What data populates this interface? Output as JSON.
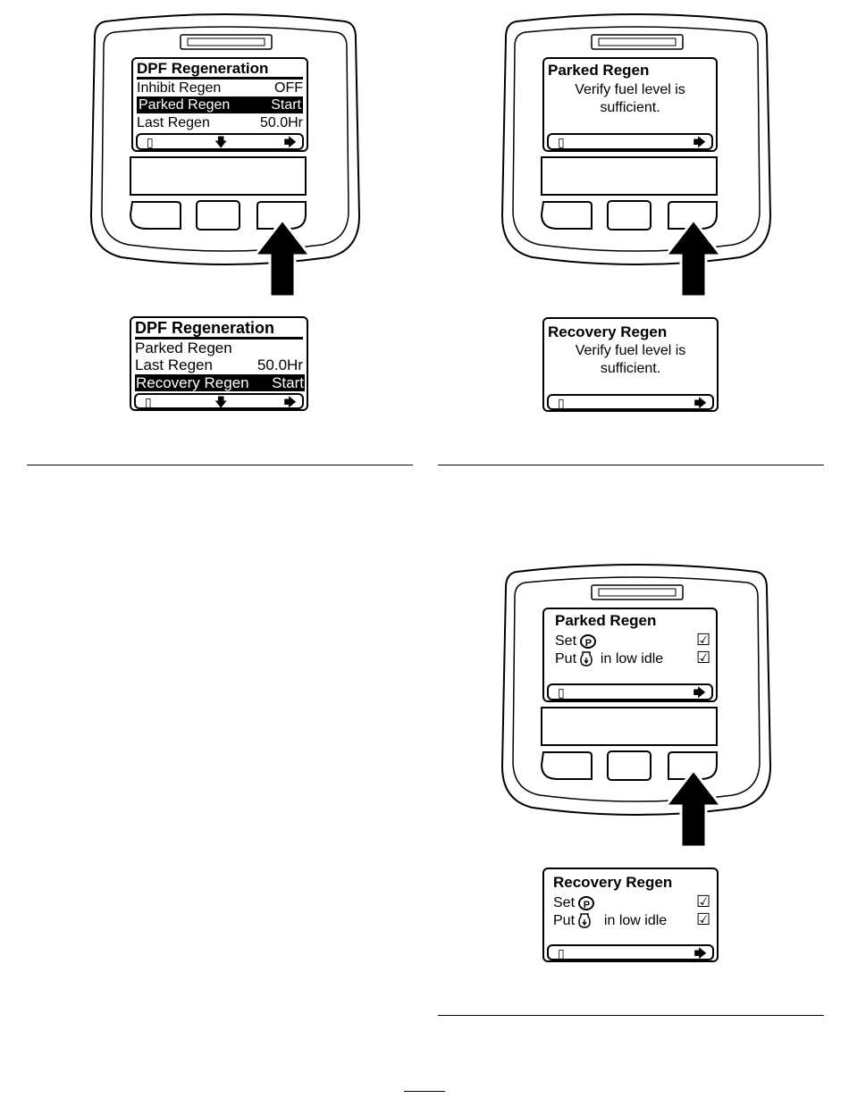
{
  "panel1": {
    "top_screen": {
      "title": "DPF Regeneration",
      "rows": [
        {
          "label": "Inhibit Regen",
          "value": "OFF"
        },
        {
          "label": "Parked Regen",
          "value": "Start"
        },
        {
          "label": "Last Regen",
          "value": "50.0Hr"
        }
      ]
    },
    "bottom_screen": {
      "title": "DPF Regeneration",
      "rows": [
        {
          "label": "Parked Regen",
          "value": ""
        },
        {
          "label": "Last Regen",
          "value": "50.0Hr"
        },
        {
          "label": "Recovery Regen",
          "value": "Start"
        }
      ]
    }
  },
  "panel2": {
    "top_screen": {
      "title": "Parked Regen",
      "line1": "Verify fuel level is",
      "line2": "sufficient."
    },
    "bottom_screen": {
      "title": "Recovery Regen",
      "line1": "Verify fuel level is",
      "line2": "sufficient."
    }
  },
  "panel3": {
    "top_screen": {
      "title": "Parked Regen",
      "set_label": "Set",
      "put_label": "Put",
      "low_idle_label": "in low idle",
      "parking_brake_glyph": "P",
      "check_glyph": "☑"
    },
    "bottom_screen": {
      "title": "Recovery Regen",
      "set_label": "Set",
      "put_label": "Put",
      "low_idle_label": "in low idle",
      "parking_brake_glyph": "P",
      "check_glyph": "☑"
    }
  },
  "softkey_glyphs": {
    "exit": "▯",
    "down": "🡇",
    "right": "🡆"
  },
  "icons": [
    "exit-door-icon",
    "down-arrow-icon",
    "right-arrow-icon",
    "press-arrow-icon",
    "parking-brake-icon",
    "throttle-icon",
    "checkbox-checked-icon"
  ]
}
